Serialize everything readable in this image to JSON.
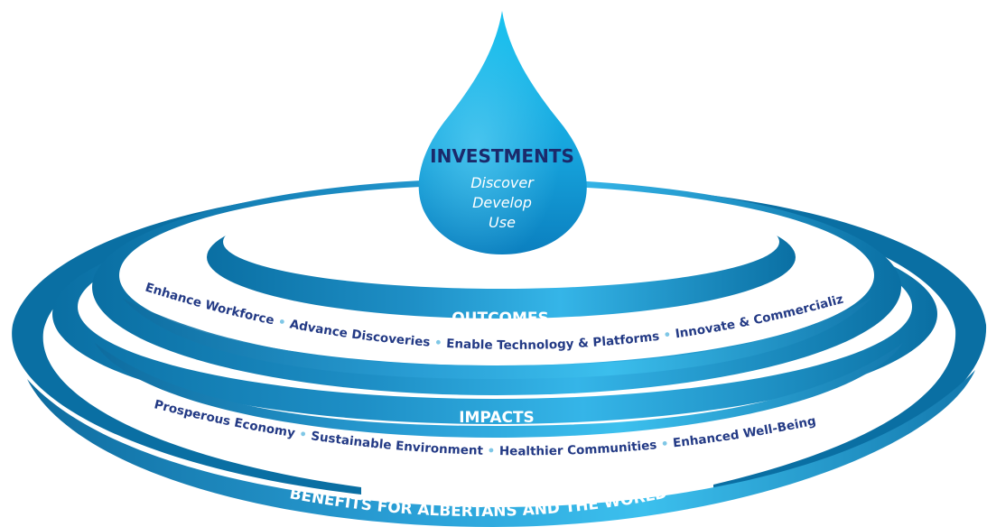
{
  "drop": {
    "title": "INVESTMENTS",
    "lines": [
      "Discover",
      "Develop",
      "Use"
    ]
  },
  "outcomes": {
    "label": "OUTCOMES",
    "items": [
      "Enhance Workforce",
      "Advance Discoveries",
      "Enable Technology & Platforms",
      "Innovate & Commercialize"
    ]
  },
  "impacts": {
    "label": "IMPACTS",
    "items": [
      "Prosperous Economy",
      "Sustainable Environment",
      "Healthier Communities",
      "Enhanced Well-Being"
    ]
  },
  "benefits": {
    "label": "BENEFITS FOR ALBERTANS AND THE WORLD"
  },
  "colors": {
    "ring_dark": "#0a6fa3",
    "ring_mid": "#1e8fc6",
    "ring_light": "#35b5e8",
    "drop_top": "#1ac3f0",
    "drop_bottom": "#0b7fbf",
    "title_navy": "#1b2a6b",
    "text_navy": "#233a85",
    "separator": "#7fc7e6"
  }
}
